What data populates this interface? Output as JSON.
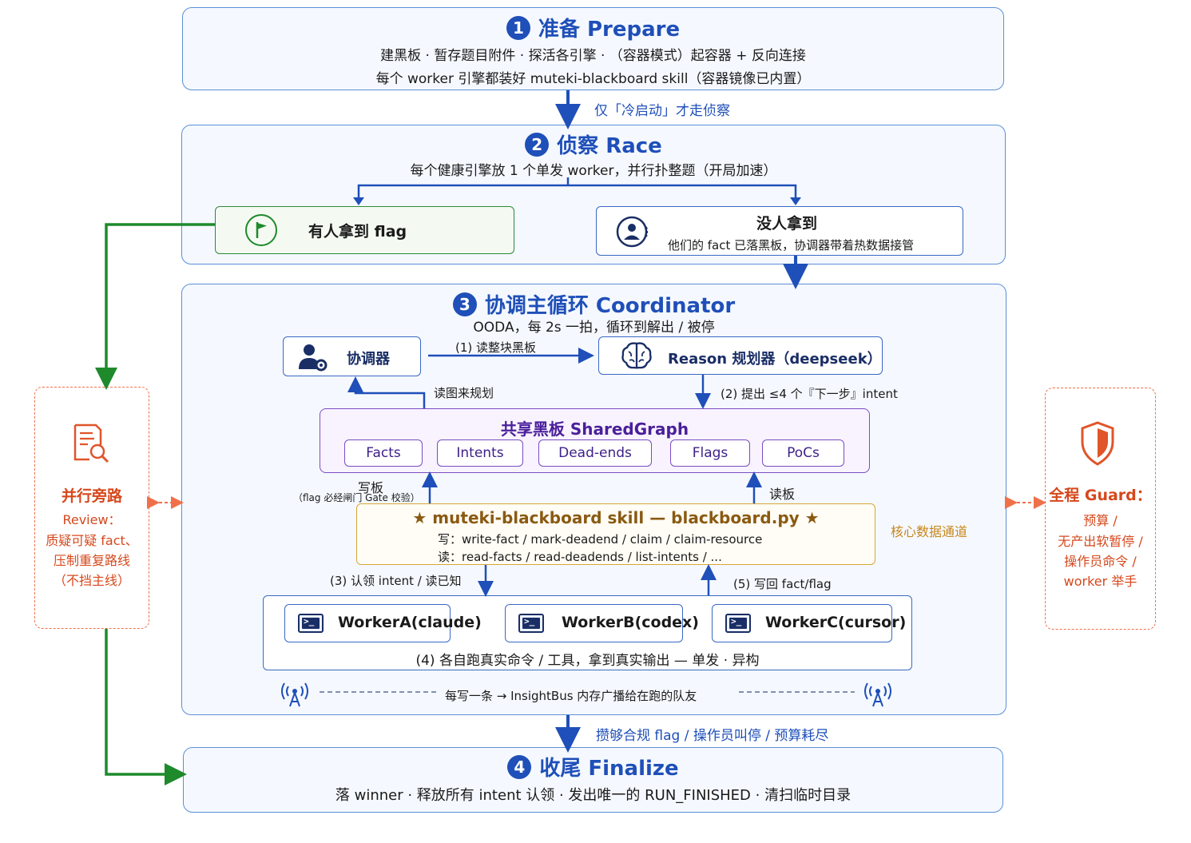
{
  "prepare": {
    "number": "1",
    "title": "准备 Prepare",
    "line1": "建黑板 · 暂存题目附件 · 探活各引擎 · （容器模式）起容器 + 反向连接",
    "line2": "每个 worker 引擎都装好 muteki-blackboard skill（容器镜像已内置）"
  },
  "arrow_cold_start": "仅「冷启动」才走侦察",
  "race": {
    "number": "2",
    "title": "侦察 Race",
    "subtitle": "每个健康引擎放 1 个单发 worker，并行扑整题（开局加速）",
    "got_flag": "有人拿到 flag",
    "no_flag_title": "没人拿到",
    "no_flag_desc": "他们的 fact 已落黑板，协调器带着热数据接管"
  },
  "coordinator": {
    "number": "3",
    "title": "协调主循环 Coordinator",
    "subtitle": "OODA，每 2s 一拍，循环到解出 / 被停",
    "coordinator_box": "协调器",
    "reason_box": "Reason 规划器（deepseek）",
    "step1": "(1) 读整块黑板",
    "read_graph": "读图来规划",
    "step2": "(2) 提出 ≤4 个『下一步』intent",
    "graph_title": "共享黑板 SharedGraph",
    "graph_chips": [
      "Facts",
      "Intents",
      "Dead-ends",
      "Flags",
      "PoCs"
    ],
    "write_board": "写板",
    "write_board_note": "（flag 必经闸门 Gate 校验）",
    "read_board": "读板",
    "skill_title": "★ muteki-blackboard skill — blackboard.py ★",
    "skill_write": "写：write-fact / mark-deadend / claim / claim-resource",
    "skill_read": "读：read-facts / read-deadends / list-intents / ...",
    "core_channel": "核心数据通道",
    "step3": "(3) 认领 intent / 读已知",
    "step5": "(5) 写回 fact/flag",
    "workers": [
      "WorkerA(claude)",
      "WorkerB(codex)",
      "WorkerC(cursor)"
    ],
    "step4": "(4) 各自跑真实命令 / 工具，拿到真实输出 — 单发 · 异构",
    "insight_bus": "每写一条 → InsightBus 内存广播给在跑的队友"
  },
  "arrow_finalize": "攒够合规 flag / 操作员叫停 / 预算耗尽",
  "finalize": {
    "number": "4",
    "title": "收尾 Finalize",
    "line1": "落 winner · 释放所有 intent 认领 · 发出唯一的 RUN_FINISHED · 清扫临时目录"
  },
  "review": {
    "title": "并行旁路",
    "lines": [
      "Review：",
      "质疑可疑 fact、",
      "压制重复路线",
      "（不挡主线）"
    ]
  },
  "guard": {
    "title": "全程 Guard：",
    "lines": [
      "预算 /",
      "无产出软暂停 /",
      "操作员命令 /",
      "worker 举手"
    ]
  },
  "colors": {
    "primary": "#1f4fb8",
    "green": "#1e8a2c",
    "purple": "#7a4cc4",
    "gold": "#d8a63a",
    "orange": "#f0704a"
  }
}
